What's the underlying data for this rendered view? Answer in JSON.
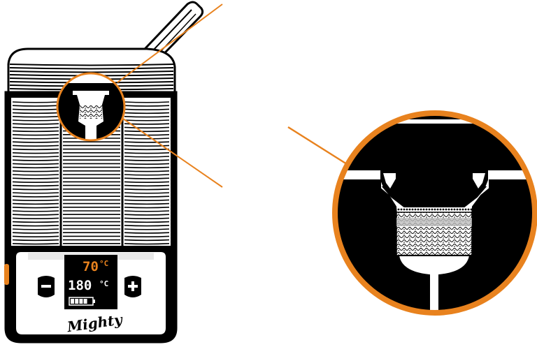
{
  "display": {
    "set_temp": "70",
    "set_unit": "°C",
    "actual_temp": "180",
    "actual_unit": "°C",
    "battery_level": 0.8
  },
  "brand": "Mighty",
  "buttons": {
    "minus_icon": "minus-icon",
    "plus_icon": "plus-icon"
  },
  "colors": {
    "accent": "#E8821E",
    "ink": "#000000",
    "paper": "#ffffff"
  }
}
